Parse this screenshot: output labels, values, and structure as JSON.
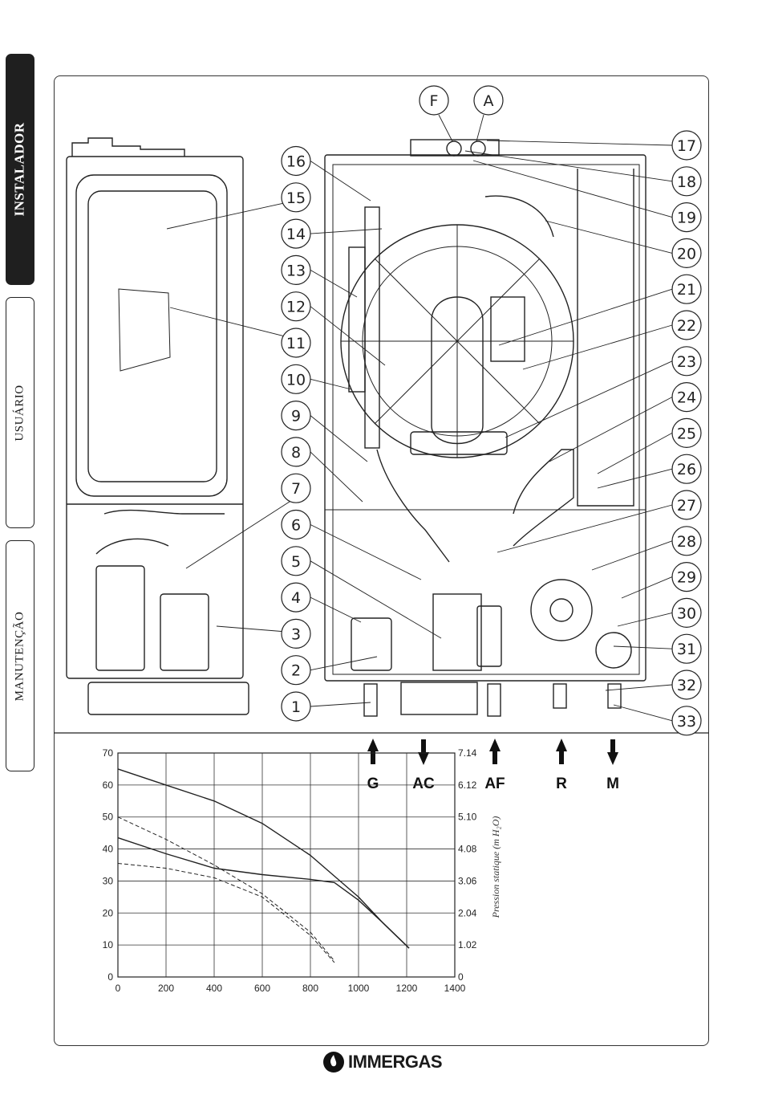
{
  "tabs": [
    {
      "label": "INSTALADOR",
      "active": true
    },
    {
      "label": "USUÁRIO",
      "active": false
    },
    {
      "label": "MANUTENÇÃO",
      "active": false
    }
  ],
  "numbers": [
    "1",
    "2",
    "3",
    "4",
    "5",
    "6",
    "7",
    "8",
    "9",
    "10",
    "11",
    "12",
    "13",
    "14",
    "15",
    "16",
    "17",
    "18",
    "19",
    "20",
    "21",
    "22",
    "23",
    "24",
    "25",
    "26",
    "27",
    "28",
    "29",
    "30",
    "31",
    "32",
    "33"
  ],
  "top_connectors": [
    "F",
    "A"
  ],
  "bottom_connectors": [
    {
      "label": "G",
      "dir": "up"
    },
    {
      "label": "AC",
      "dir": "down"
    },
    {
      "label": "AF",
      "dir": "up"
    },
    {
      "label": "R",
      "dir": "up"
    },
    {
      "label": "M",
      "dir": "down"
    }
  ],
  "logo": {
    "text": "IMMERGAS"
  },
  "chart_data": {
    "type": "line",
    "x_ticks": [
      "0",
      "200",
      "400",
      "600",
      "800",
      "1000",
      "1200",
      "1400"
    ],
    "y_left_ticks": [
      "0",
      "10",
      "20",
      "30",
      "40",
      "50",
      "60",
      "70"
    ],
    "y_right_ticks": [
      "0",
      "1.02",
      "2.04",
      "3.06",
      "4.08",
      "5.10",
      "6.12",
      "7.14"
    ],
    "xlim": [
      0,
      1400
    ],
    "ylim": [
      0,
      70
    ],
    "y_right_label": "Pression statique (m H₂O)",
    "y_left_label": "",
    "grid": true,
    "series": [
      {
        "style": "solid",
        "x": [
          0,
          200,
          400,
          600,
          800,
          1000,
          1100,
          1210
        ],
        "y": [
          65,
          60,
          55,
          48,
          38,
          25,
          17,
          9
        ]
      },
      {
        "style": "solid",
        "x": [
          0,
          200,
          400,
          600,
          800,
          900,
          1000,
          1100,
          1210
        ],
        "y": [
          43.5,
          38.5,
          34,
          32,
          30.5,
          29.5,
          24,
          17,
          9
        ]
      },
      {
        "style": "dashed",
        "x": [
          0,
          200,
          400,
          600,
          800,
          900
        ],
        "y": [
          50,
          43,
          35,
          26,
          14,
          5
        ]
      },
      {
        "style": "dashed",
        "x": [
          0,
          200,
          400,
          600,
          800,
          900
        ],
        "y": [
          35.5,
          34,
          31,
          25,
          13,
          4.5
        ]
      }
    ]
  }
}
